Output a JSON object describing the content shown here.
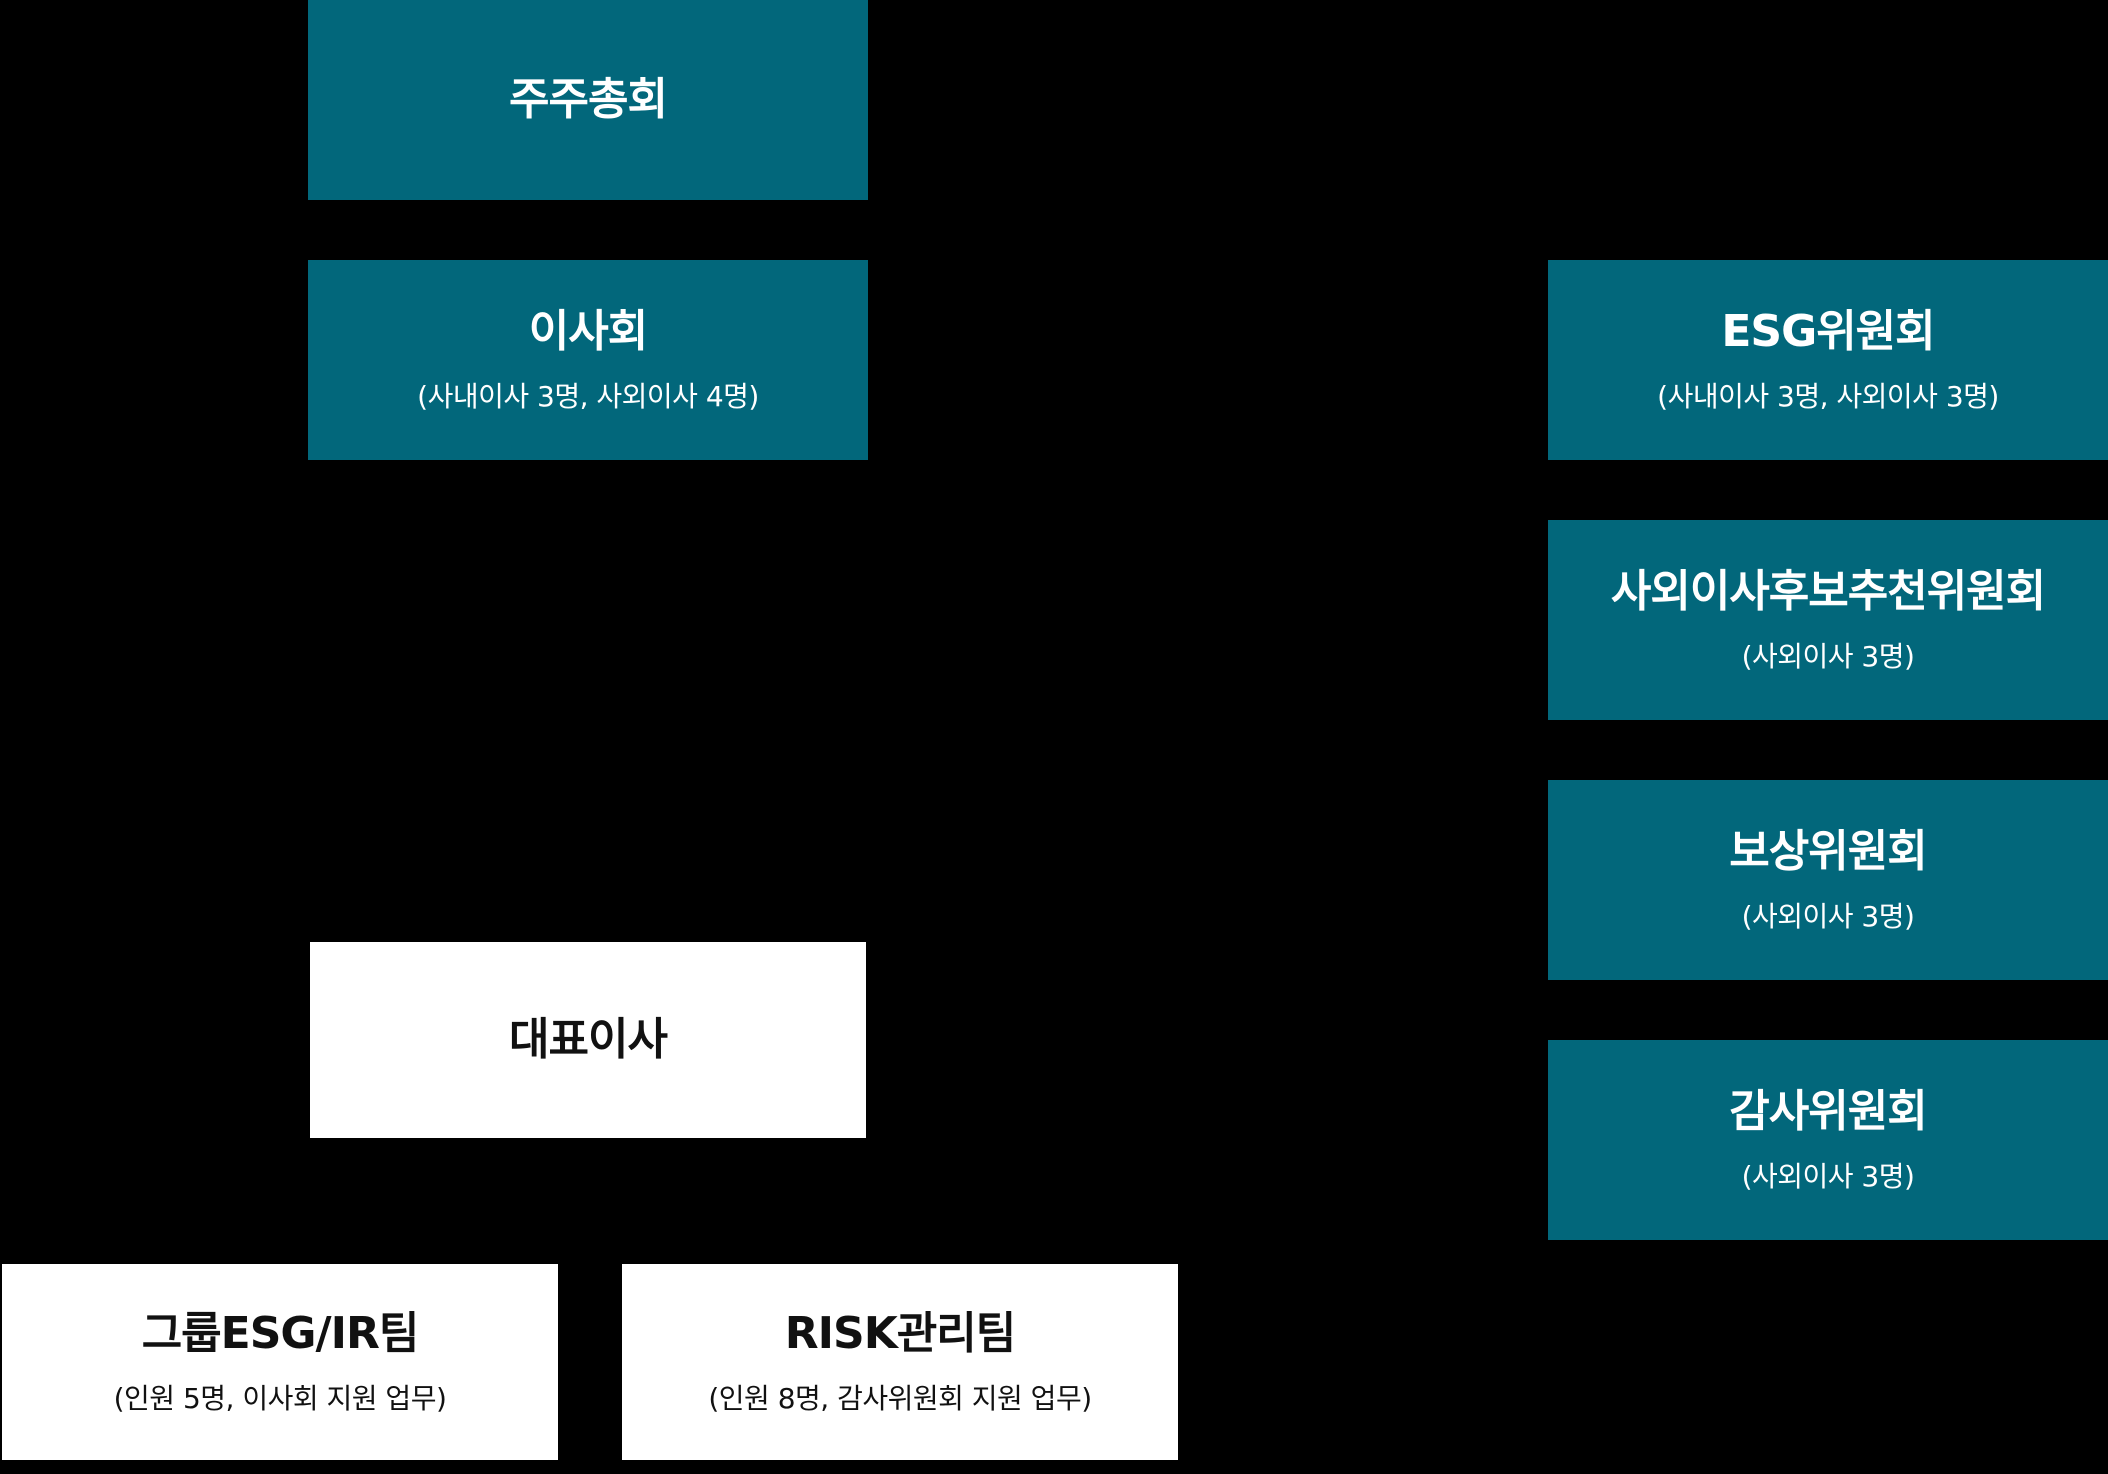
{
  "colors": {
    "background": "#000000",
    "governance_box": "#02677b",
    "management_box": "#ffffff"
  },
  "main_column": {
    "shareholders": {
      "title": "주주총회"
    },
    "board": {
      "title": "이사회",
      "subtitle": "(사내이사 3명, 사외이사 4명)"
    },
    "ceo": {
      "title": "대표이사"
    }
  },
  "committees": [
    {
      "title": "ESG위원회",
      "subtitle": "(사내이사 3명, 사외이사 3명)"
    },
    {
      "title": "사외이사후보추천위원회",
      "subtitle": "(사외이사 3명)"
    },
    {
      "title": "보상위원회",
      "subtitle": "(사외이사 3명)"
    },
    {
      "title": "감사위원회",
      "subtitle": "(사외이사 3명)"
    }
  ],
  "teams": [
    {
      "title": "그룹ESG/IR팀",
      "subtitle": "(인원 5명, 이사회 지원 업무)"
    },
    {
      "title": "RISK관리팀",
      "subtitle": "(인원 8명, 감사위원회 지원 업무)"
    }
  ]
}
